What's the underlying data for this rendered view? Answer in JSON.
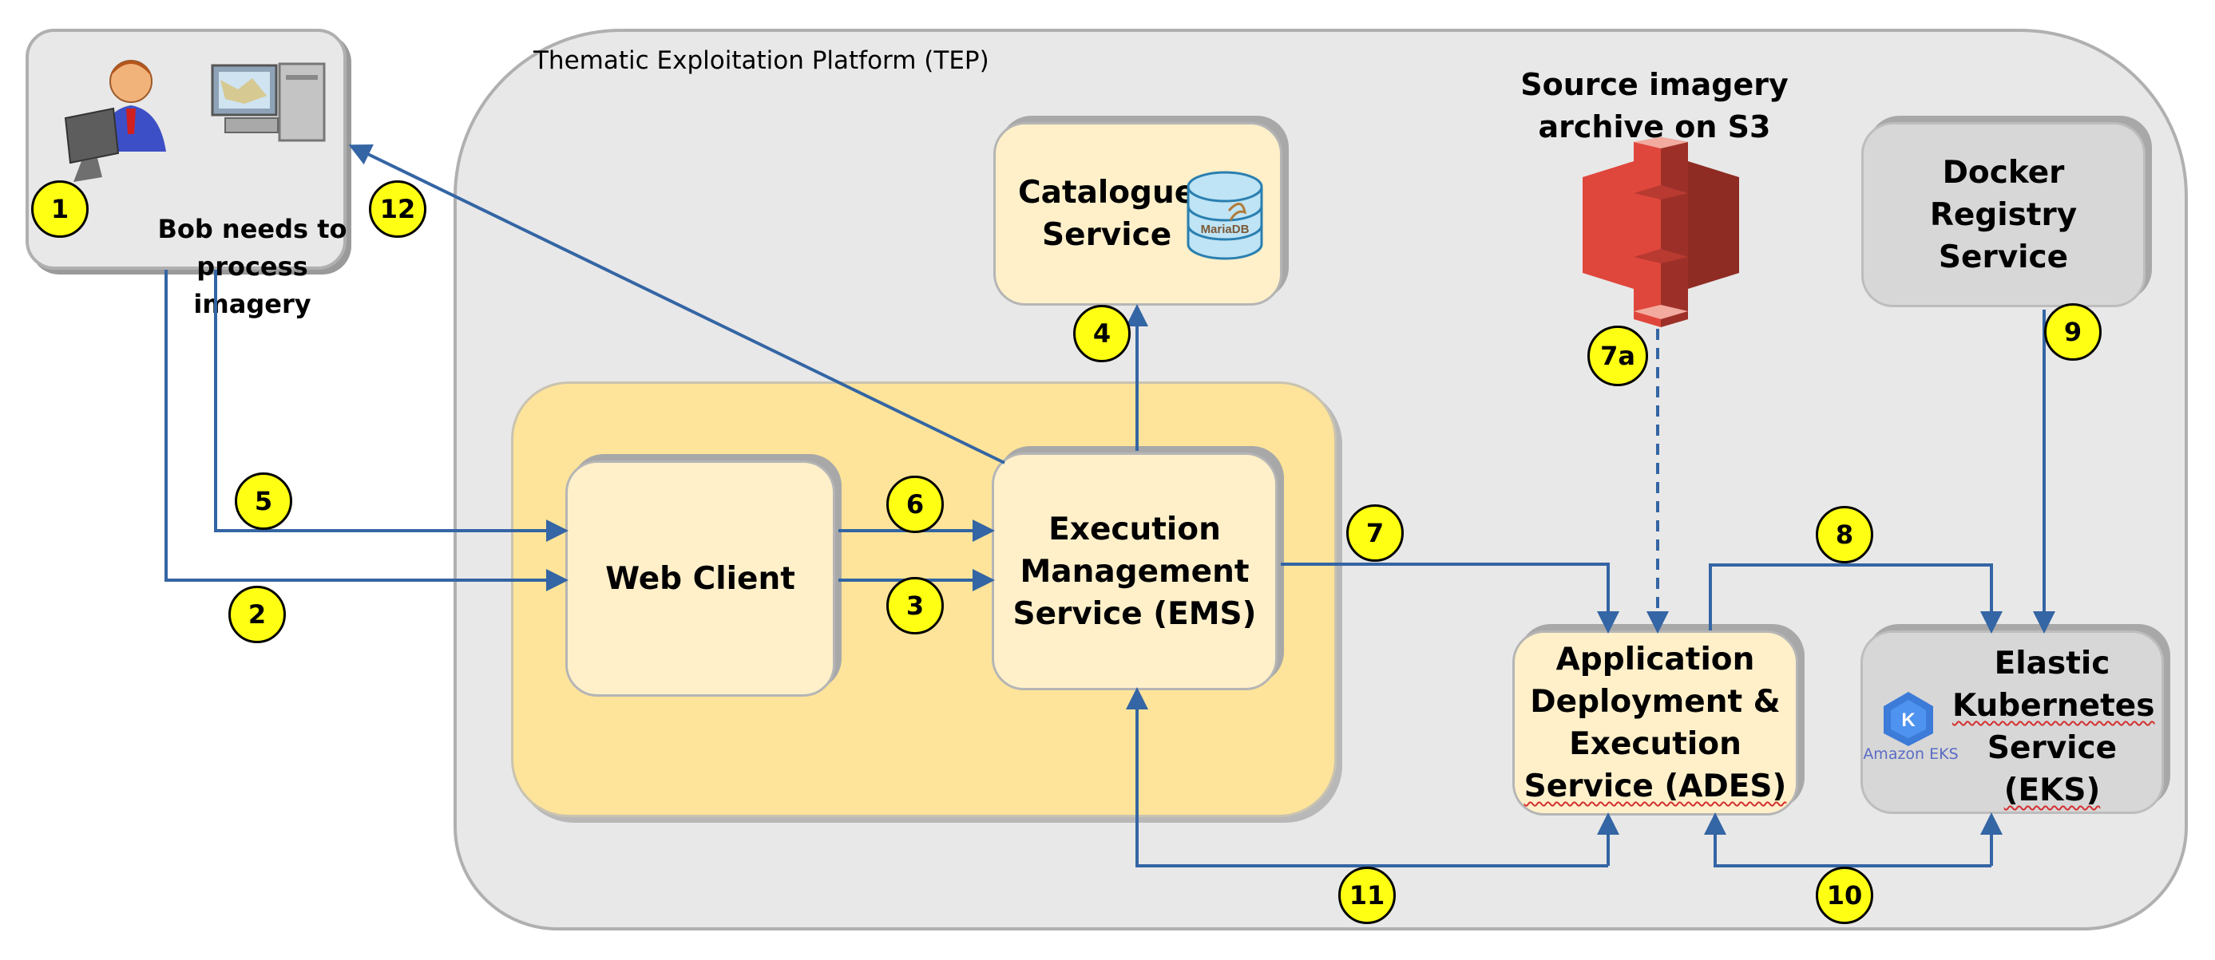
{
  "platform": {
    "title": "Thematic Exploitation Platform (TEP)"
  },
  "user": {
    "label_line1": "Bob needs to",
    "label_line2": "process imagery"
  },
  "services": {
    "catalogue": {
      "line1": "Catalogue",
      "line2": "Service",
      "db_logo": "MariaDB"
    },
    "web_client": {
      "label": "Web Client"
    },
    "ems": {
      "line1": "Execution",
      "line2": "Management",
      "line3": "Service (EMS)"
    },
    "ades": {
      "line1": "Application",
      "line2": "Deployment &",
      "line3": "Execution",
      "line4": "Service (ADES)"
    },
    "docker": {
      "line1": "Docker Registry",
      "line2": "Service"
    },
    "eks": {
      "line1": "Elastic",
      "line2": "Kubernetes",
      "line3": "Service",
      "line4": "(EKS)",
      "logo_label": "Amazon EKS"
    },
    "s3": {
      "line1": "Source imagery",
      "line2": "archive on S3"
    }
  },
  "steps": [
    "1",
    "2",
    "3",
    "4",
    "5",
    "6",
    "7",
    "7a",
    "8",
    "9",
    "10",
    "11",
    "12"
  ],
  "colors": {
    "arrow": "#3465a4",
    "badge": "#ffff14",
    "panel": "#fde49a",
    "service": "#fff0ca",
    "s3": "#e0473c"
  }
}
